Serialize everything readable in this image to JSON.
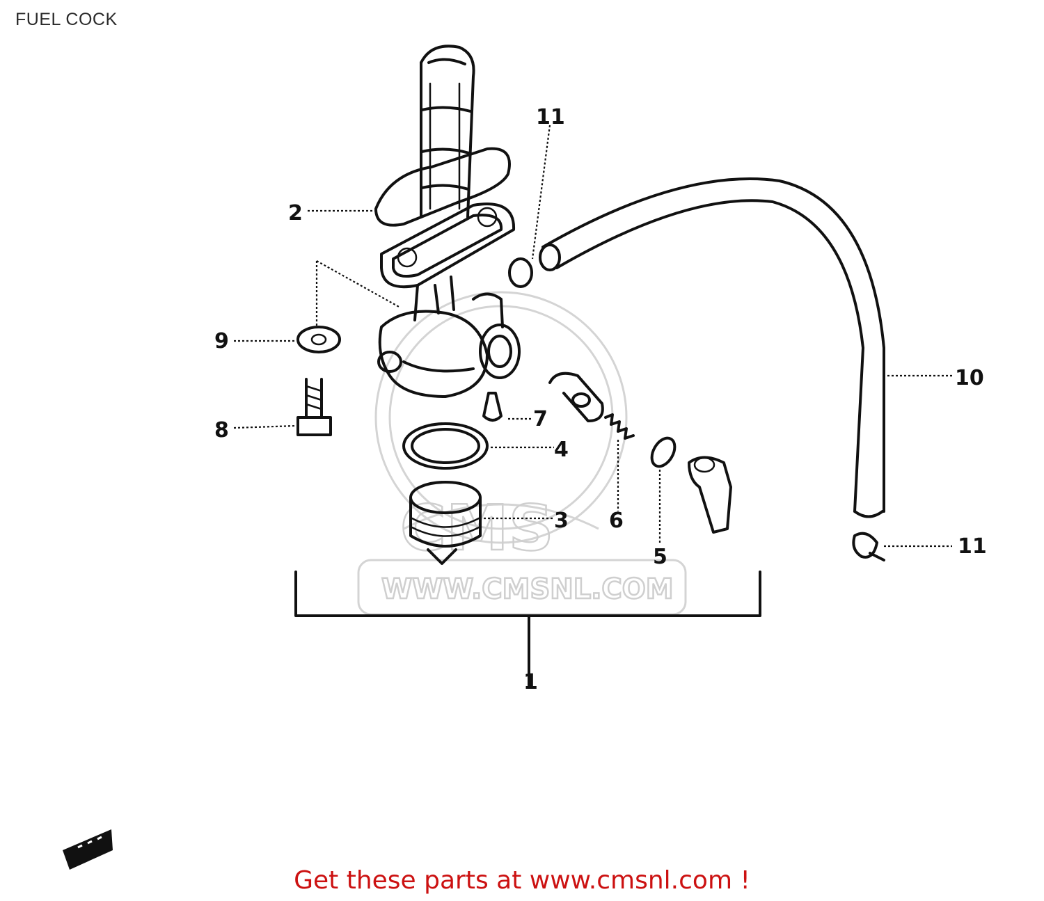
{
  "header": {
    "title": "FUEL COCK"
  },
  "watermark": {
    "logo_text": "CMS",
    "url_text": "WWW.CMSNL.COM"
  },
  "callouts": {
    "c1": "1",
    "c2": "2",
    "c3": "3",
    "c4": "4",
    "c5": "5",
    "c6": "6",
    "c7": "7",
    "c8": "8",
    "c9": "9",
    "c10": "10",
    "c11a": "11",
    "c11b": "11"
  },
  "footer": {
    "text": "Get these parts at www.cmsnl.com !"
  },
  "colors": {
    "footer_text": "#cc1111",
    "line_art": "#111111",
    "watermark": "#d4d4d4"
  },
  "icons": {
    "front_arrow": "front-direction-arrow-icon"
  }
}
